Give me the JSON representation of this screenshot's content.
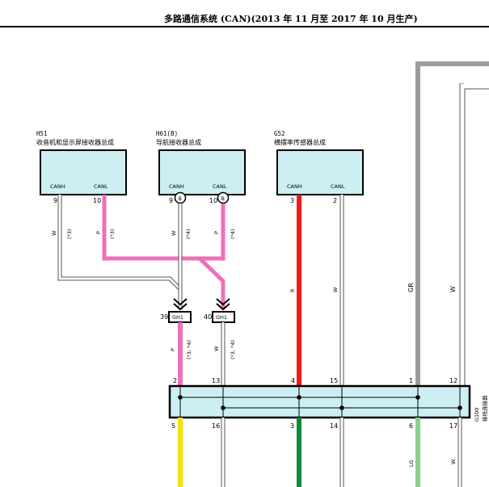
{
  "header": {
    "title": "多路通信系统 (CAN)(2013 年 11 月至 2017 年 10 月生产)"
  },
  "components": {
    "h51": {
      "code": "H51",
      "name": "收音机和显示屏接收器总成",
      "canh": "CANH",
      "canl": "CANL",
      "pin_canh": "9",
      "pin_canl": "10",
      "color_canh": "W",
      "color_canl": "P",
      "note_canh": "(*3)",
      "note_canl": "(*3)"
    },
    "h61": {
      "code": "H61(B)",
      "name": "导航接收器总成",
      "canh": "CANH",
      "canl": "CANL",
      "pin_canh": "9",
      "pin_canl": "10",
      "badge": "B",
      "color_canh": "W",
      "color_canl": "P",
      "note_canh": "(*4)",
      "note_canl": "(*4)"
    },
    "g52": {
      "code": "G52",
      "name": "横摆率传感器总成",
      "canh": "CANH",
      "canl": "CANL",
      "pin_canh": "3",
      "pin_canl": "2",
      "color_canh": "R",
      "color_canl": "W"
    }
  },
  "connectors": {
    "gh1_a": {
      "num": "39",
      "name": "GH1",
      "color": "P",
      "note": "(*3, *4)"
    },
    "gh1_b": {
      "num": "40",
      "name": "GH1",
      "color": "W",
      "note": "(*3, *4)"
    }
  },
  "right_wires": {
    "gr": "GR",
    "w": "W"
  },
  "junction": {
    "name": "G100",
    "subname": "接线连接器",
    "top_pins": [
      "2",
      "13",
      "4",
      "15",
      "1",
      "12"
    ],
    "bottom_pins": [
      "5",
      "16",
      "3",
      "14",
      "6",
      "17"
    ]
  },
  "bottom_wires": {
    "lg": "LG",
    "w": "W"
  },
  "colors": {
    "pink": "#f06fb8",
    "red": "#f01818",
    "yellow": "#f5e200",
    "green": "#0e8a3a",
    "light_green": "#8bd18a",
    "gray": "#9c9c9c",
    "box_fill": "#cdeef3"
  }
}
